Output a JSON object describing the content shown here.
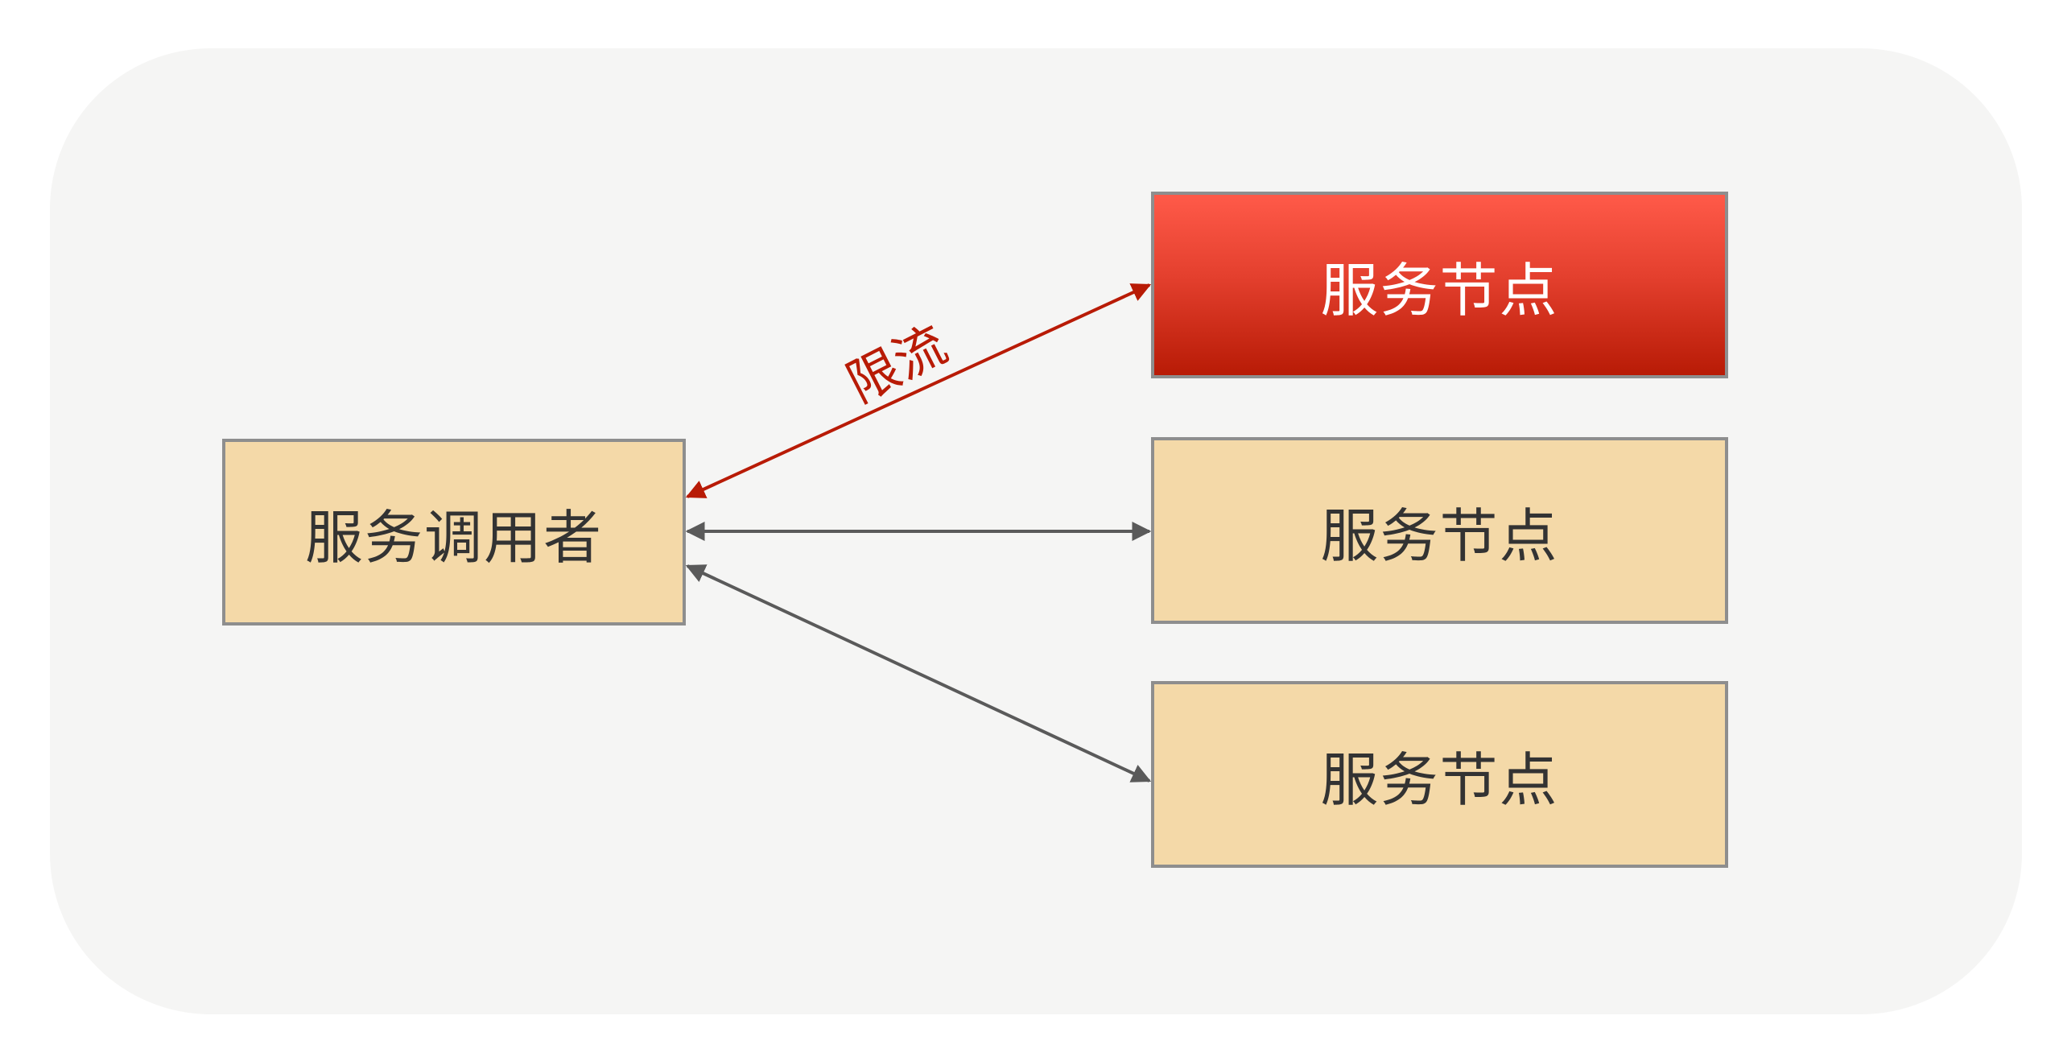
{
  "nodes": {
    "caller": {
      "label": "服务调用者"
    },
    "service_1": {
      "label": "服务节点"
    },
    "service_2": {
      "label": "服务节点"
    },
    "service_3": {
      "label": "服务节点"
    }
  },
  "edges": {
    "rate_limit_label": "限流"
  },
  "colors": {
    "background": "#f5f5f4",
    "node_fill": "#f4d9a8",
    "node_border": "#8e8e8e",
    "hot_node_top": "#ff5a49",
    "hot_node_bottom": "#b81b06",
    "rate_limit_edge": "#b81b06",
    "normal_edge": "#5a5a5a"
  }
}
